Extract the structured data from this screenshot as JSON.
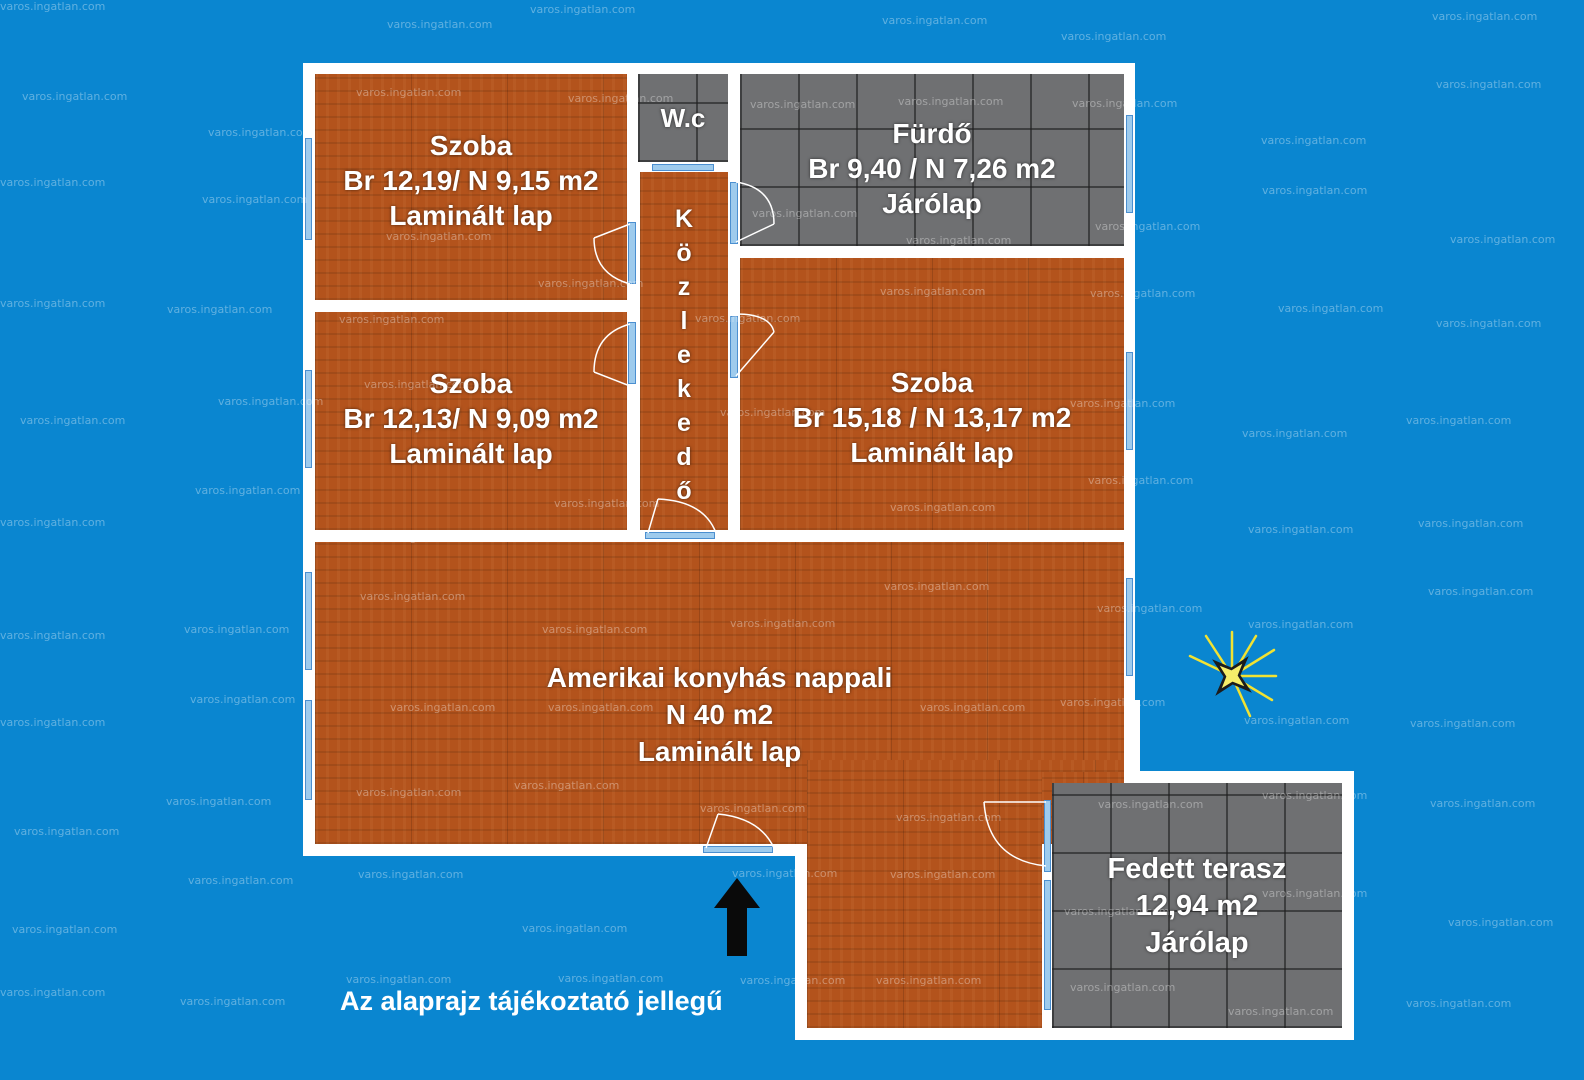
{
  "watermark": "varos.ingatlan.com",
  "rooms": {
    "szoba1": {
      "name": "Szoba",
      "area": "Br 12,19/ N 9,15 m2",
      "floor": "Laminált lap"
    },
    "wc": {
      "name": "W.c"
    },
    "furdo": {
      "name": "Fürdő",
      "area": "Br 9,40 / N 7,26 m2",
      "floor": "Járólap"
    },
    "kozlekedo": {
      "name": "K\nö\nz\nl\ne\nk\ne\nd\nő"
    },
    "szoba2": {
      "name": "Szoba",
      "area": "Br 12,13/ N 9,09 m2",
      "floor": "Laminált lap"
    },
    "szoba3": {
      "name": "Szoba",
      "area": "Br 15,18 / N 13,17 m2",
      "floor": "Laminált lap"
    },
    "nappali": {
      "name": "Amerikai konyhás nappali",
      "area": "N 40  m2",
      "floor": "Laminált lap"
    },
    "terasz": {
      "name": "Fedett terasz",
      "area": "12,94 m2",
      "floor": "Járólap"
    }
  },
  "note": "Az alaprajz tájékoztató jellegű",
  "colors": {
    "background": "#0a86d0",
    "wood": "#b3531c",
    "tile": "#6f7072",
    "wall": "#ffffff"
  },
  "icons": [
    "compass-star-icon",
    "entrance-arrow-icon"
  ]
}
